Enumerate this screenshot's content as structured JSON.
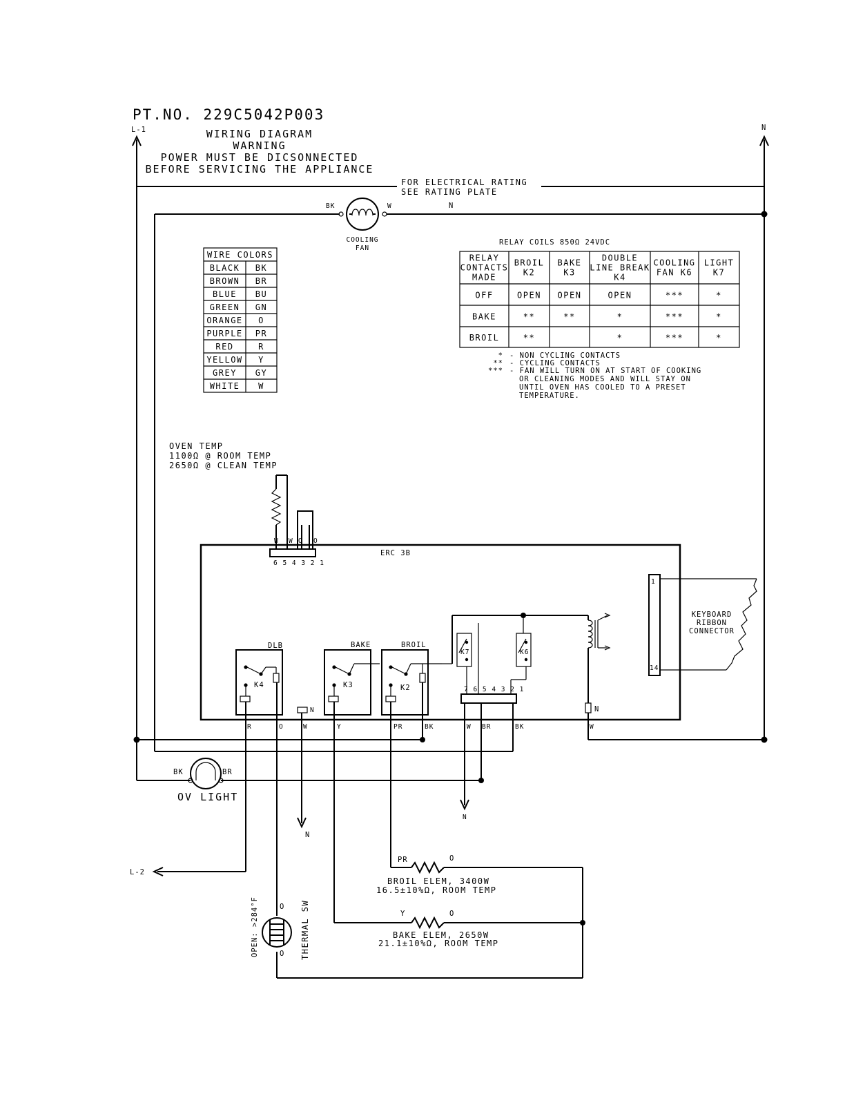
{
  "header": {
    "part_no": "PT.NO. 229C5042P003",
    "line1": "L-1",
    "neutral": "N",
    "title": "WIRING DIAGRAM",
    "warning": "WARNING",
    "warning_line1": "POWER MUST BE DICSONNECTED",
    "warning_line2": "BEFORE SERVICING THE APPLIANCE",
    "rating_line1": "FOR ELECTRICAL RATING",
    "rating_line2": "SEE RATING PLATE"
  },
  "cooling_fan": {
    "label_line1": "COOLING",
    "label_line2": "FAN",
    "wire_left": "BK",
    "wire_right": "W",
    "wire_n": "N"
  },
  "wire_colors": {
    "title": "WIRE COLORS",
    "rows": [
      {
        "name": "BLACK",
        "code": "BK"
      },
      {
        "name": "BROWN",
        "code": "BR"
      },
      {
        "name": "BLUE",
        "code": "BU"
      },
      {
        "name": "GREEN",
        "code": "GN"
      },
      {
        "name": "ORANGE",
        "code": "O"
      },
      {
        "name": "PURPLE",
        "code": "PR"
      },
      {
        "name": "RED",
        "code": "R"
      },
      {
        "name": "YELLOW",
        "code": "Y"
      },
      {
        "name": "GREY",
        "code": "GY"
      },
      {
        "name": "WHITE",
        "code": "W"
      }
    ]
  },
  "relay_table": {
    "caption": "RELAY COILS 850Ω 24VDC",
    "headers": [
      [
        "RELAY",
        "CONTACTS",
        "MADE"
      ],
      [
        "BROIL",
        "K2"
      ],
      [
        "BAKE",
        "K3"
      ],
      [
        "DOUBLE",
        "LINE BREAK",
        "K4"
      ],
      [
        "COOLING",
        "FAN  K6"
      ],
      [
        "LIGHT",
        "K7"
      ]
    ],
    "rows": [
      [
        "OFF",
        "OPEN",
        "OPEN",
        "OPEN",
        "***",
        "*"
      ],
      [
        "BAKE",
        "**",
        "**",
        "*",
        "***",
        "*"
      ],
      [
        "BROIL",
        "**",
        "",
        "*",
        "***",
        "*"
      ]
    ],
    "legend": [
      {
        "sym": "*",
        "text": "- NON CYCLING CONTACTS"
      },
      {
        "sym": "**",
        "text": "- CYCLING CONTACTS"
      },
      {
        "sym": "***",
        "text": "- FAN WILL TURN ON AT START OF COOKING"
      }
    ],
    "legend_cont": [
      "OR CLEANING MODES AND WILL STAY ON",
      "UNTIL OVEN HAS COOLED TO A PRESET",
      "TEMPERATURE."
    ]
  },
  "oven_temp": {
    "line1": "OVEN TEMP",
    "line2": "1100Ω @ ROOM TEMP",
    "line3": "2650Ω @ CLEAN TEMP"
  },
  "erc": {
    "label": "ERC 3B",
    "top_connector_wires": [
      "W",
      "W",
      "O",
      "O"
    ],
    "top_connector_pins": "6 5 4 3 2 1",
    "relays": [
      {
        "group": "DLB",
        "coil": "K4"
      },
      {
        "group": "BAKE",
        "coil": "K3"
      },
      {
        "group": "BROIL",
        "coil": "K2"
      }
    ],
    "k7": "K7",
    "k6": "K6",
    "right_connector_pins": "7 6 5 4 3 2 1",
    "keyboard_line1": "KEYBOARD",
    "keyboard_line2": "RIBBON",
    "keyboard_line3": "CONNECTOR",
    "ribbon_pin_top": "1",
    "ribbon_pin_bottom": "14",
    "small_n_1": "N",
    "small_n_2": "N"
  },
  "bottom_wires": [
    "R",
    "O",
    "W",
    "Y",
    "PR",
    "BK",
    "W",
    "BR",
    "BK",
    "W"
  ],
  "ov_light": {
    "label": "OV LIGHT",
    "left": "BK",
    "right": "BR"
  },
  "neutral_arrows": [
    "N",
    "N"
  ],
  "line2": "L-2",
  "broil_elem": {
    "wire_left": "PR",
    "wire_right": "O",
    "line1": "BROIL ELEM, 3400W",
    "line2": "16.5±10%Ω, ROOM TEMP"
  },
  "bake_elem": {
    "wire_left": "Y",
    "wire_right": "O",
    "line1": "BAKE ELEM, 2650W",
    "line2": "21.1±10%Ω, ROOM TEMP"
  },
  "thermal_sw": {
    "open_label": "OPEN: >284°F",
    "label": "THERMAL SW",
    "top": "O",
    "bottom": "O"
  }
}
